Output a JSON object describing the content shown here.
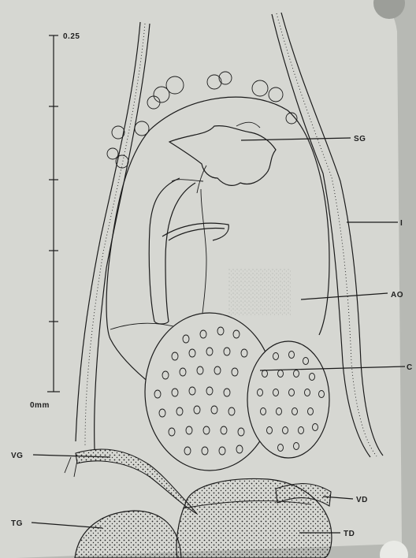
{
  "scale_bar": {
    "top_label": "0.25",
    "bottom_label": "0mm"
  },
  "labels": {
    "sg": "SG",
    "i": "I",
    "ao": "AO",
    "c": "C",
    "vg": "VG",
    "vd": "VD",
    "tg": "TG",
    "td": "TD"
  },
  "colors": {
    "paper": "#d6d7d2",
    "background": "#b7b9b4",
    "ink": "#1b1b1b"
  }
}
